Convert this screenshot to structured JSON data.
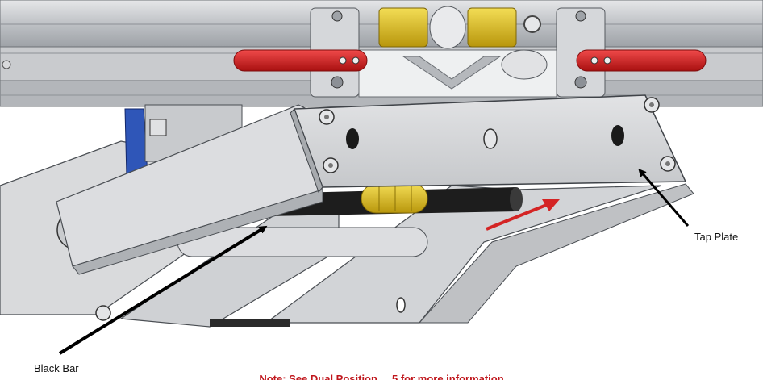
{
  "callouts": {
    "tap_plate": "Tap Plate",
    "black_bar": "Black Bar"
  },
  "note": "Note: See Dual Position ... 5 for more information",
  "colors": {
    "frame_gray": "#b9bcc0",
    "panel_gray": "#d3d4d6",
    "handle_red": "#d81e1e",
    "bracket_blue": "#2f56b8",
    "yellow_part": "#e3c21a",
    "black_bar": "#1d1d1d",
    "arrow_red": "#d42424",
    "note_red": "#c0171d"
  },
  "icons": [
    "direction-arrow",
    "leader-arrow"
  ]
}
